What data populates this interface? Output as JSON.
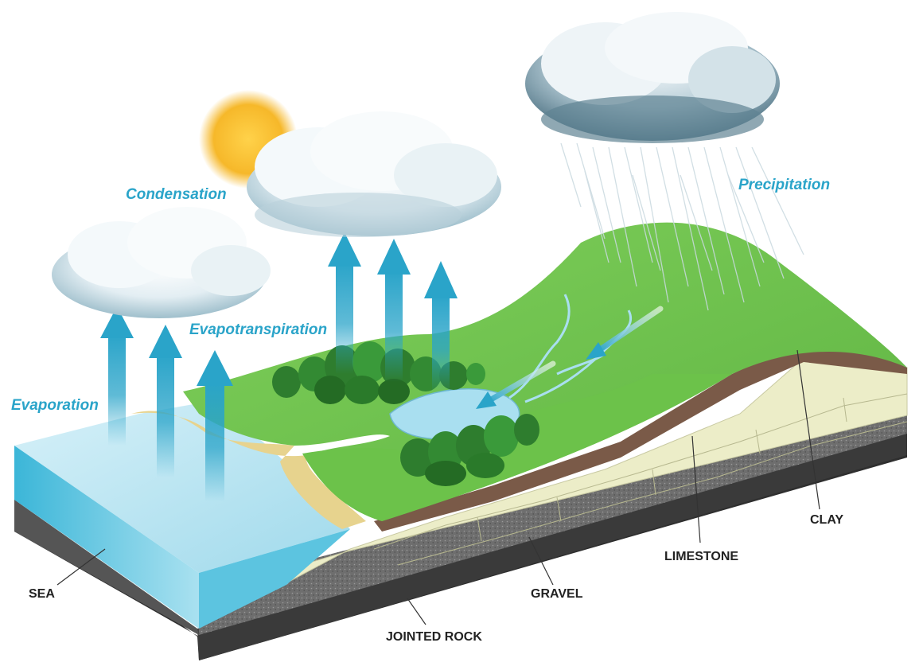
{
  "processes": {
    "condensation": "Condensation",
    "precipitation": "Precipitation",
    "evapotranspiration": "Evapotranspiration",
    "evaporation": "Evaporation"
  },
  "layers": {
    "sea": "SEA",
    "clay": "CLAY",
    "limestone": "LIMESTONE",
    "gravel": "GRAVEL",
    "jointed_rock": "JOINTED ROCK"
  },
  "colors": {
    "label_blue": "#2aa4c9",
    "sea_blue": "#3bb6d8",
    "grass_green": "#6cc24a",
    "clay_brown": "#7a5a48",
    "limestone_cream": "#ecedc8",
    "gravel_grey": "#6e6e6e",
    "sun_yellow": "#f6b82a"
  }
}
